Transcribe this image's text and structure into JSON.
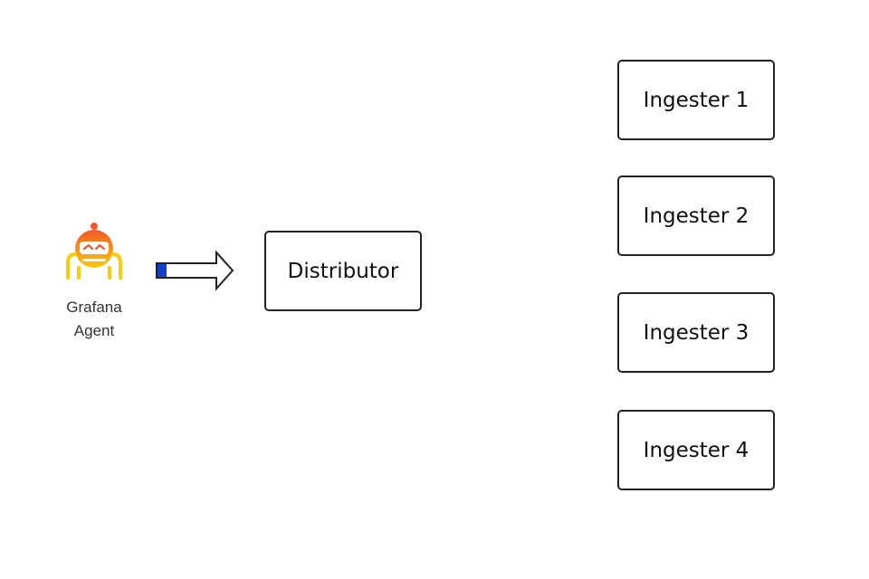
{
  "agent": {
    "label_line1": "Grafana",
    "label_line2": "Agent",
    "icon": "grafana-agent-robot-icon",
    "colors": {
      "logo_top": "#f05a28",
      "logo_bottom": "#fbca0a"
    }
  },
  "arrow": {
    "icon": "right-arrow-icon",
    "colors": {
      "tail": "#1240c8",
      "outline": "#222222"
    }
  },
  "distributor": {
    "label": "Distributor"
  },
  "ingesters": [
    {
      "label": "Ingester 1"
    },
    {
      "label": "Ingester 2"
    },
    {
      "label": "Ingester 3"
    },
    {
      "label": "Ingester 4"
    }
  ]
}
